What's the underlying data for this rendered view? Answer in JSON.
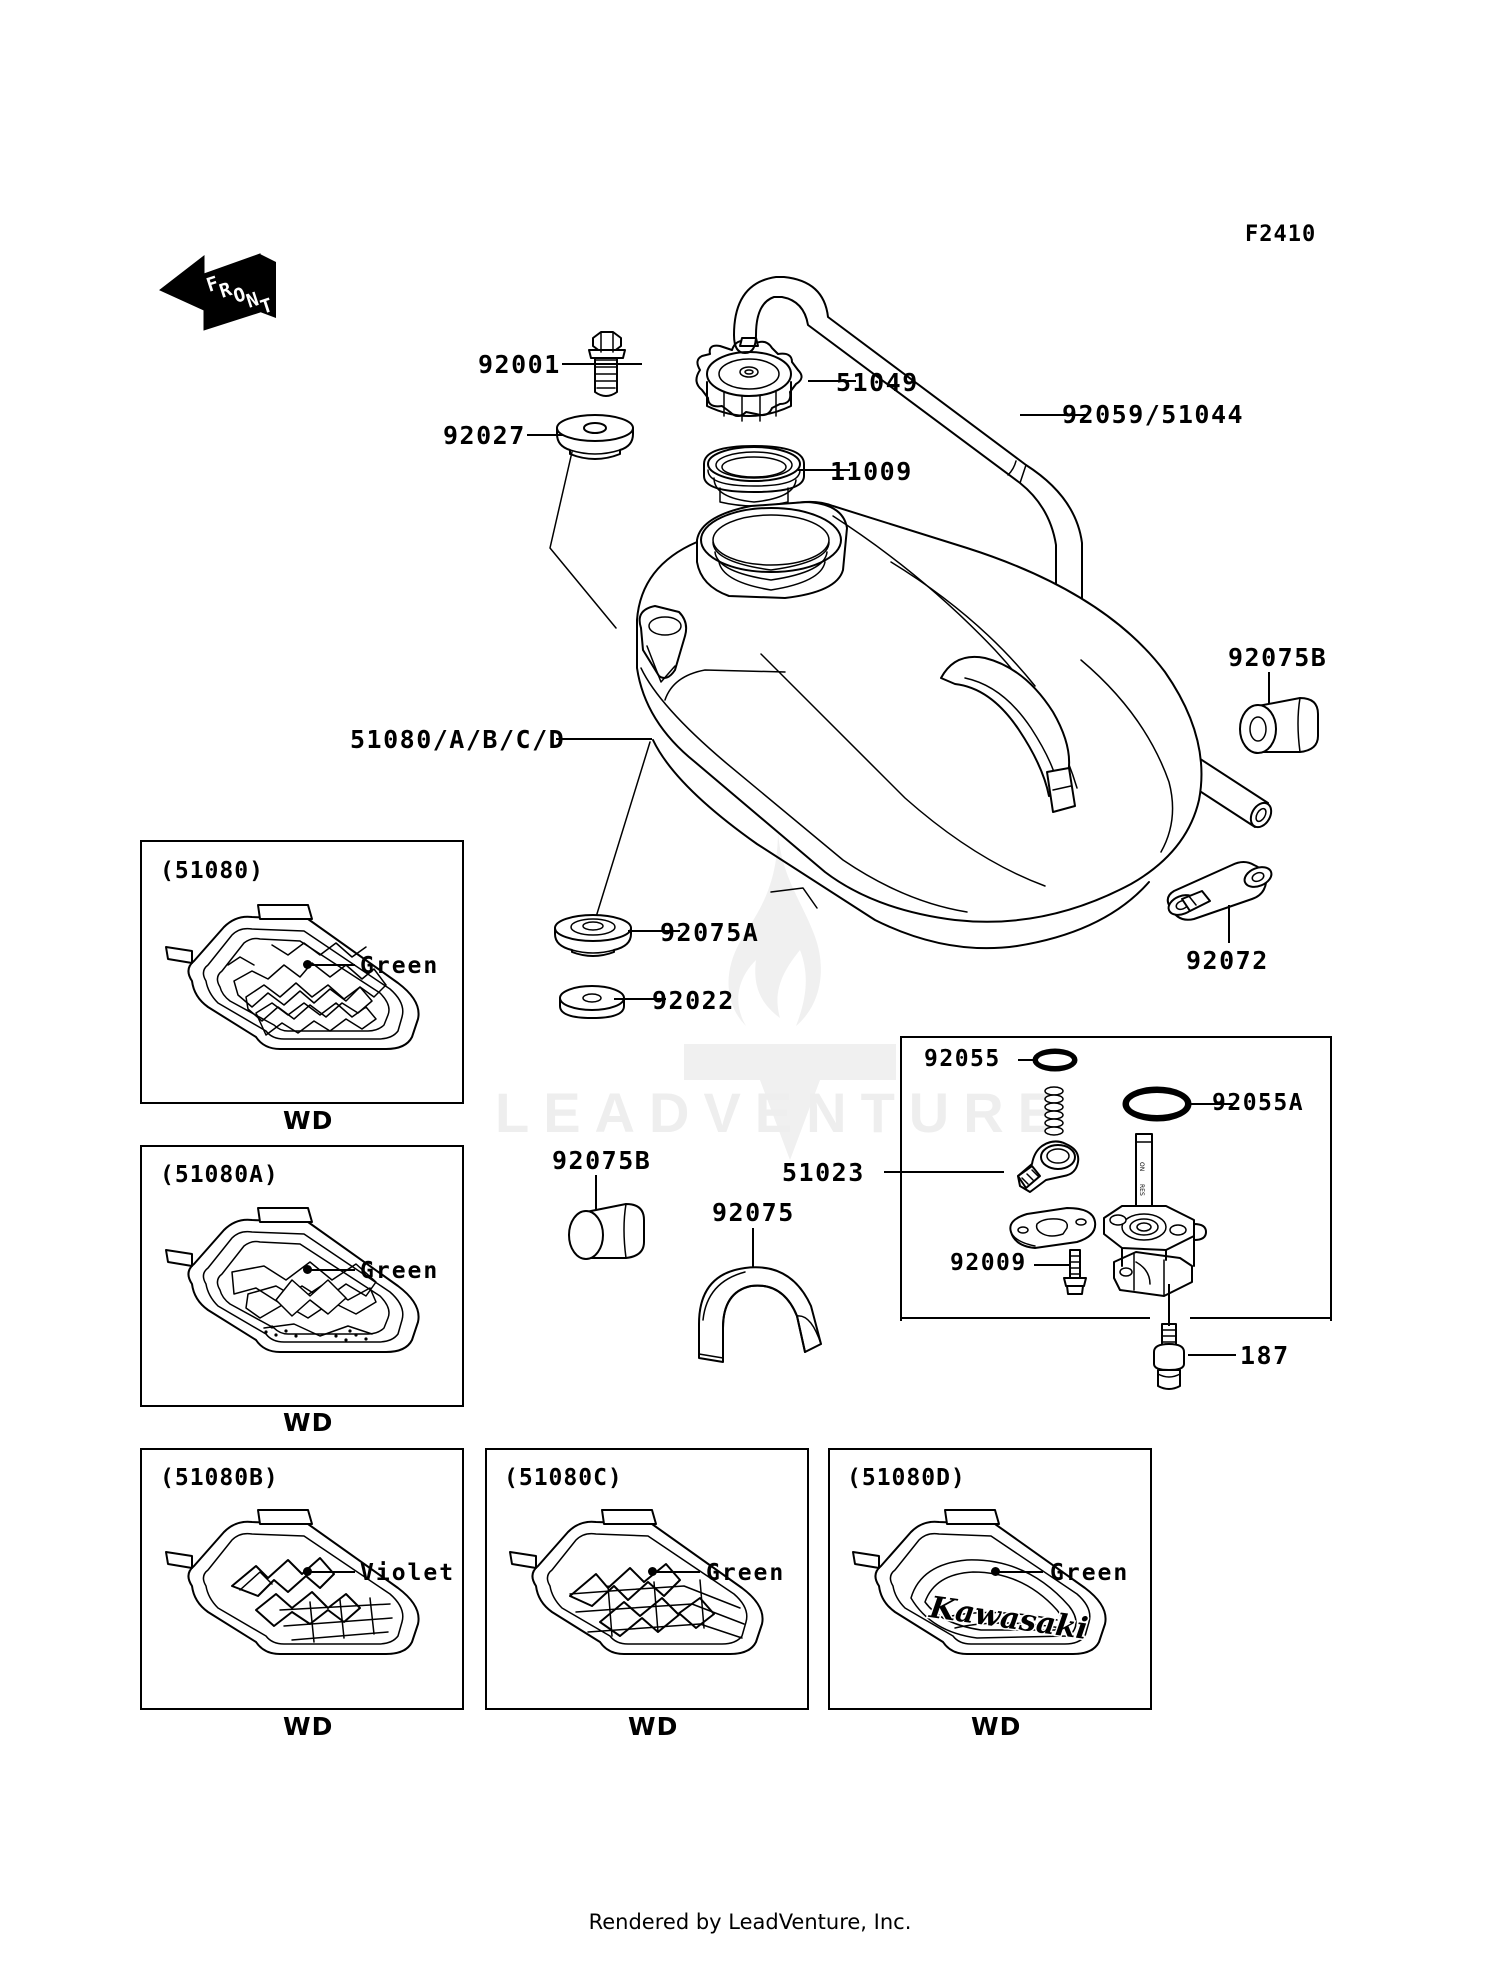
{
  "diagram": {
    "code": "F2410",
    "front_marker": "FRONT",
    "footer": "Rendered by LeadVenture, Inc.",
    "watermark_text": "LEADVENTURE"
  },
  "callouts": [
    {
      "id": "92001",
      "label": "92001",
      "desc": "bolt-flanged"
    },
    {
      "id": "92027",
      "label": "92027",
      "desc": "collar"
    },
    {
      "id": "51049",
      "label": "51049",
      "desc": "fuel-tank-cap"
    },
    {
      "id": "11009",
      "label": "11009",
      "desc": "gasket"
    },
    {
      "id": "92059-51044",
      "label": "92059/51044",
      "desc": "fuel-hose"
    },
    {
      "id": "92075B-top",
      "label": "92075B",
      "desc": "damper-cylinder-upper"
    },
    {
      "id": "51080ABCD",
      "label": "51080/A/B/C/D",
      "desc": "tank-decal-set"
    },
    {
      "id": "92072",
      "label": "92072",
      "desc": "band"
    },
    {
      "id": "92075A",
      "label": "92075A",
      "desc": "damper-grommet"
    },
    {
      "id": "92022",
      "label": "92022",
      "desc": "washer"
    },
    {
      "id": "92075B-mid",
      "label": "92075B",
      "desc": "damper-cylinder-lower"
    },
    {
      "id": "92075",
      "label": "92075",
      "desc": "damper-arch"
    },
    {
      "id": "51023",
      "label": "51023",
      "desc": "fuel-valve-assembly"
    },
    {
      "id": "92055",
      "label": "92055",
      "desc": "o-ring-small"
    },
    {
      "id": "92055A",
      "label": "92055A",
      "desc": "o-ring-large"
    },
    {
      "id": "92009",
      "label": "92009",
      "desc": "screw"
    },
    {
      "id": "187",
      "label": "187",
      "desc": "bolt-drain"
    }
  ],
  "decal_boxes": [
    {
      "id": "51080",
      "box_label": "(51080)",
      "color_label": "Green",
      "caption": "WD",
      "art": "zx-graphic-a"
    },
    {
      "id": "51080A",
      "box_label": "(51080A)",
      "color_label": "Green",
      "caption": "WD",
      "art": "zx-graphic-b"
    },
    {
      "id": "51080B",
      "box_label": "(51080B)",
      "color_label": "Violet",
      "caption": "WD",
      "art": "zx-graphic-c"
    },
    {
      "id": "51080C",
      "box_label": "(51080C)",
      "color_label": "Green",
      "caption": "WD",
      "art": "zx-graphic-d"
    },
    {
      "id": "51080D",
      "box_label": "(51080D)",
      "color_label": "Green",
      "caption": "WD",
      "art": "kawasaki-script"
    }
  ],
  "decal_brand_text": "Kawasaki",
  "colors": {
    "ink": "#000000",
    "paper": "#ffffff",
    "watermark": "#eeeeee"
  }
}
